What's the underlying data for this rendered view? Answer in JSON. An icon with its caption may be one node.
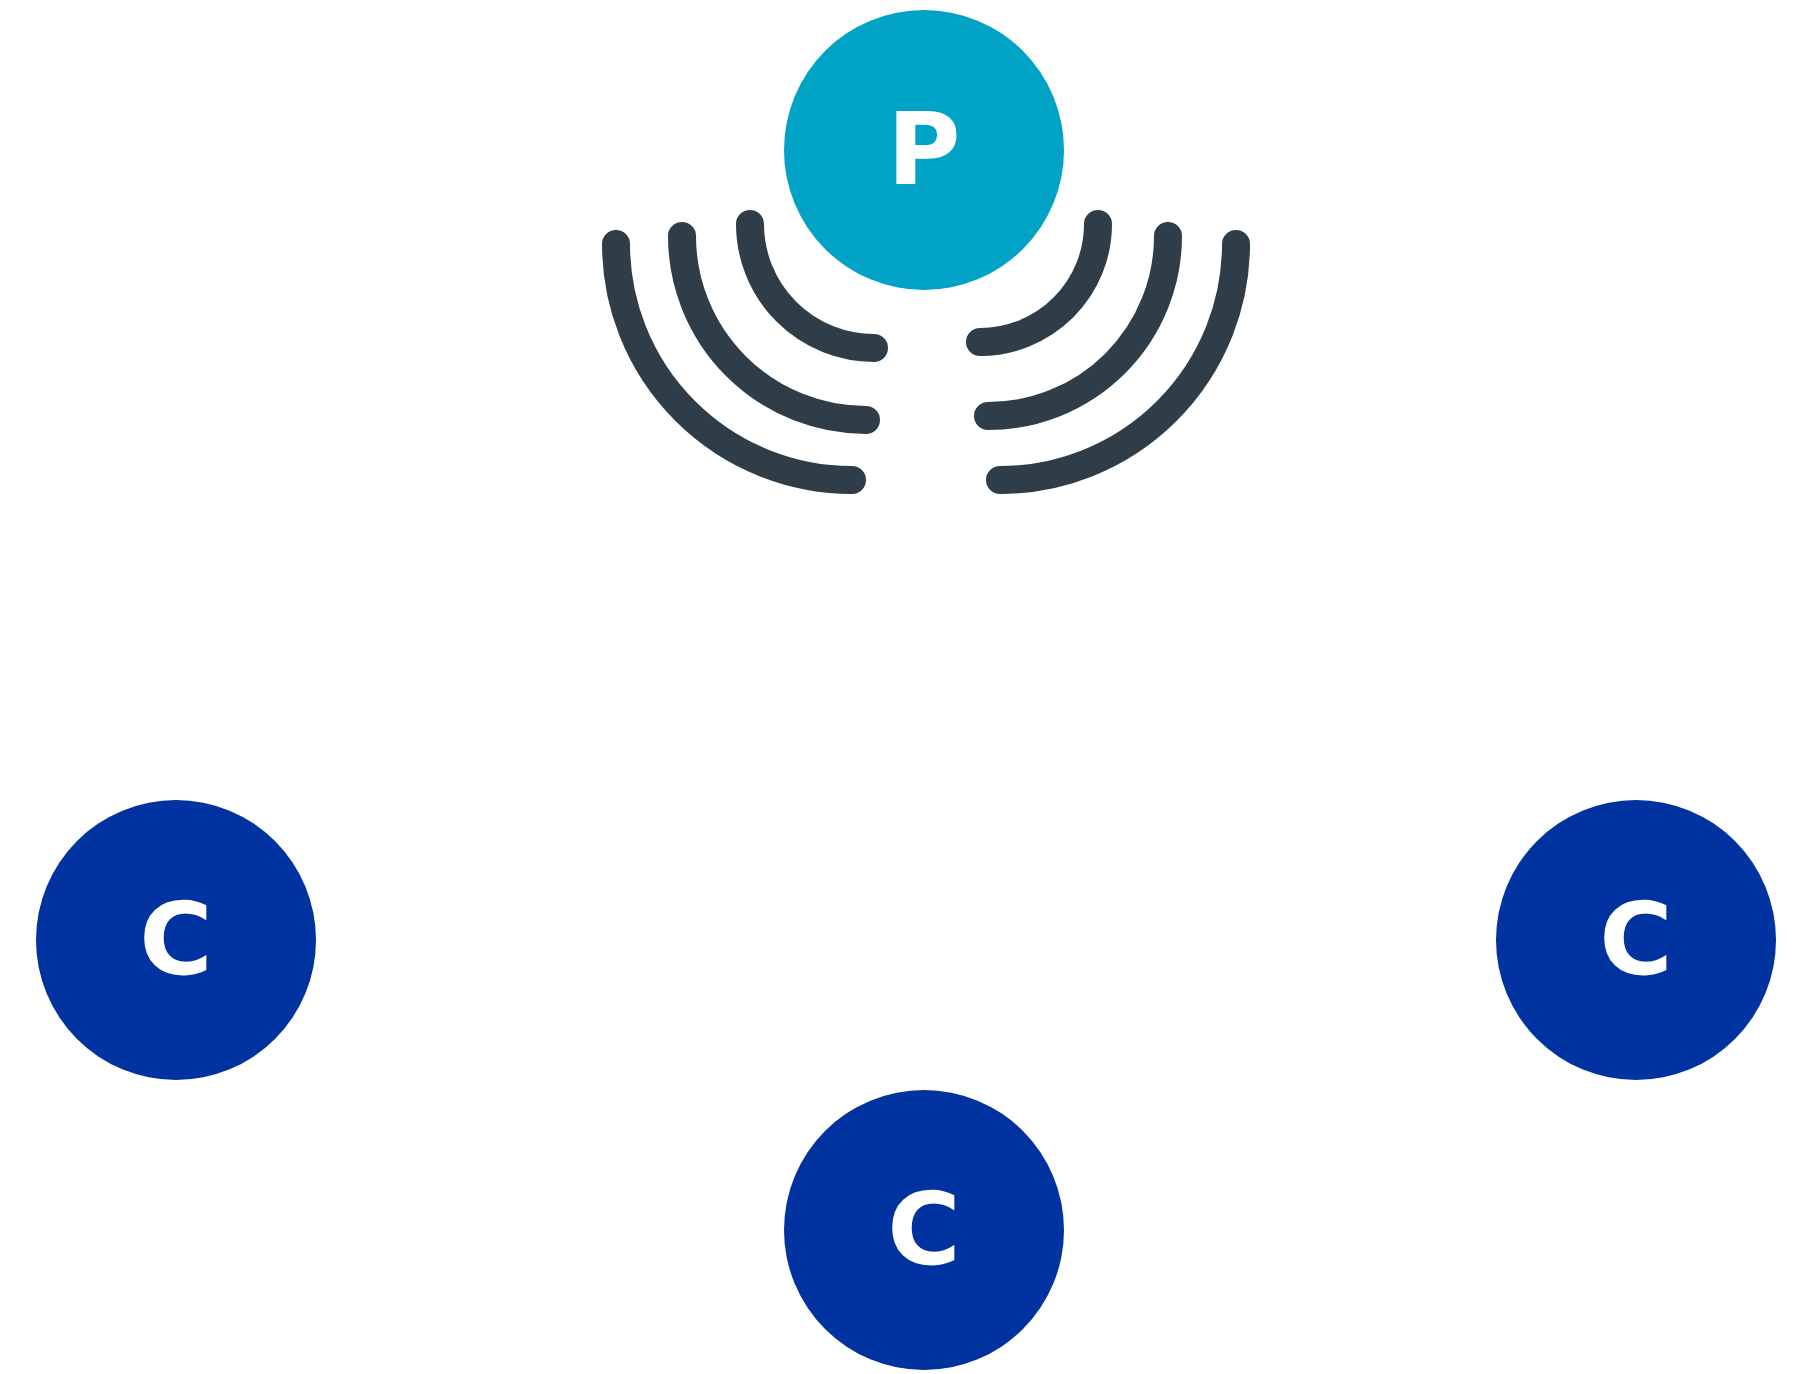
{
  "diagram": {
    "nodes": [
      {
        "text": [
          "P"
        ]
      },
      {
        "text": [
          "C"
        ]
      },
      {
        "text": [
          "C"
        ]
      },
      {
        "text": [
          "C"
        ]
      }
    ]
  }
}
